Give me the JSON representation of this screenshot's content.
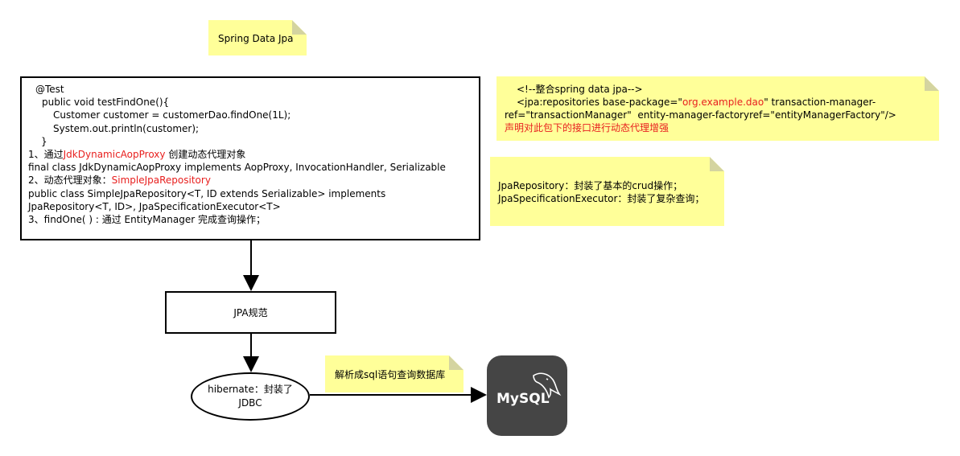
{
  "title_note": {
    "text": "Spring Data Jpa"
  },
  "main_box": {
    "line1": "@Test",
    "line2": "public void testFindOne(){",
    "line3": "Customer customer = customerDao.findOne(1L);",
    "line4": "System.out.println(customer);",
    "line5": "}",
    "line6_prefix": "1、通过",
    "line6_red": "JdkDynamicAopProxy",
    "line6_suffix": " 创建动态代理对象",
    "line7": "final class JdkDynamicAopProxy implements AopProxy, InvocationHandler, Serializable",
    "line8_prefix": "2、动态代理对象：",
    "line8_red": "SimpleJpaRepository",
    "line9": "public class SimpleJpaRepository<T, ID extends Serializable> implements",
    "line10": "JpaRepository<T, ID>, JpaSpecificationExecutor<T>",
    "line11": "3、findOne( ) : 通过 EntityManager 完成查询操作；"
  },
  "config_note": {
    "line1": "<!--整合spring data jpa-->",
    "line2_prefix": "<jpa:repositories base-package=\"",
    "line2_red": "org.example.dao",
    "line2_suffix": "\" transaction-manager-",
    "line3": "ref=\"transactionManager\"  entity-manager-factoryref=\"entityManagerFactory\"/>",
    "line4_red": "声明对此包下的接口进行动态代理增强"
  },
  "repo_note": {
    "line1": "JpaRepository：封装了基本的crud操作；",
    "line2": "JpaSpecificationExecutor：封装了复杂查询；"
  },
  "jpa_box": {
    "label": "JPA规范"
  },
  "hibernate_node": {
    "line1": "hibernate：封装了",
    "line2": "JDBC"
  },
  "sql_note": {
    "text": "解析成sql语句查询数据库"
  },
  "mysql_logo": {
    "text": "MySQL",
    "bg": "#454545"
  },
  "colors": {
    "note_bg": "#ffff99",
    "highlight": "#e8201f"
  }
}
